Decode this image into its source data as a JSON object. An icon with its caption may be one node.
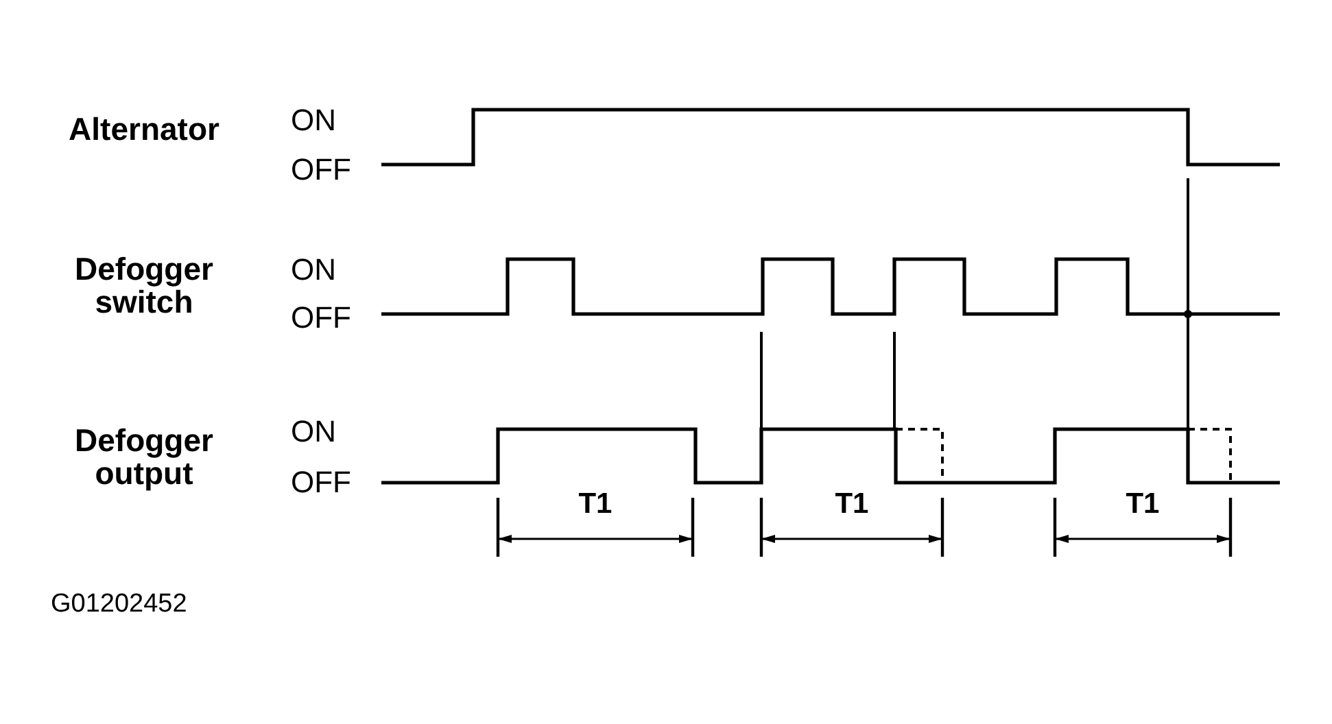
{
  "diagram": {
    "labels": [
      "Alternator",
      "ON",
      "OFF",
      "Defogger switch",
      "ON",
      "OFF",
      "Defogger output",
      "ON",
      "OFF",
      "T1",
      "T1",
      "T1",
      "G01202452"
    ]
  }
}
